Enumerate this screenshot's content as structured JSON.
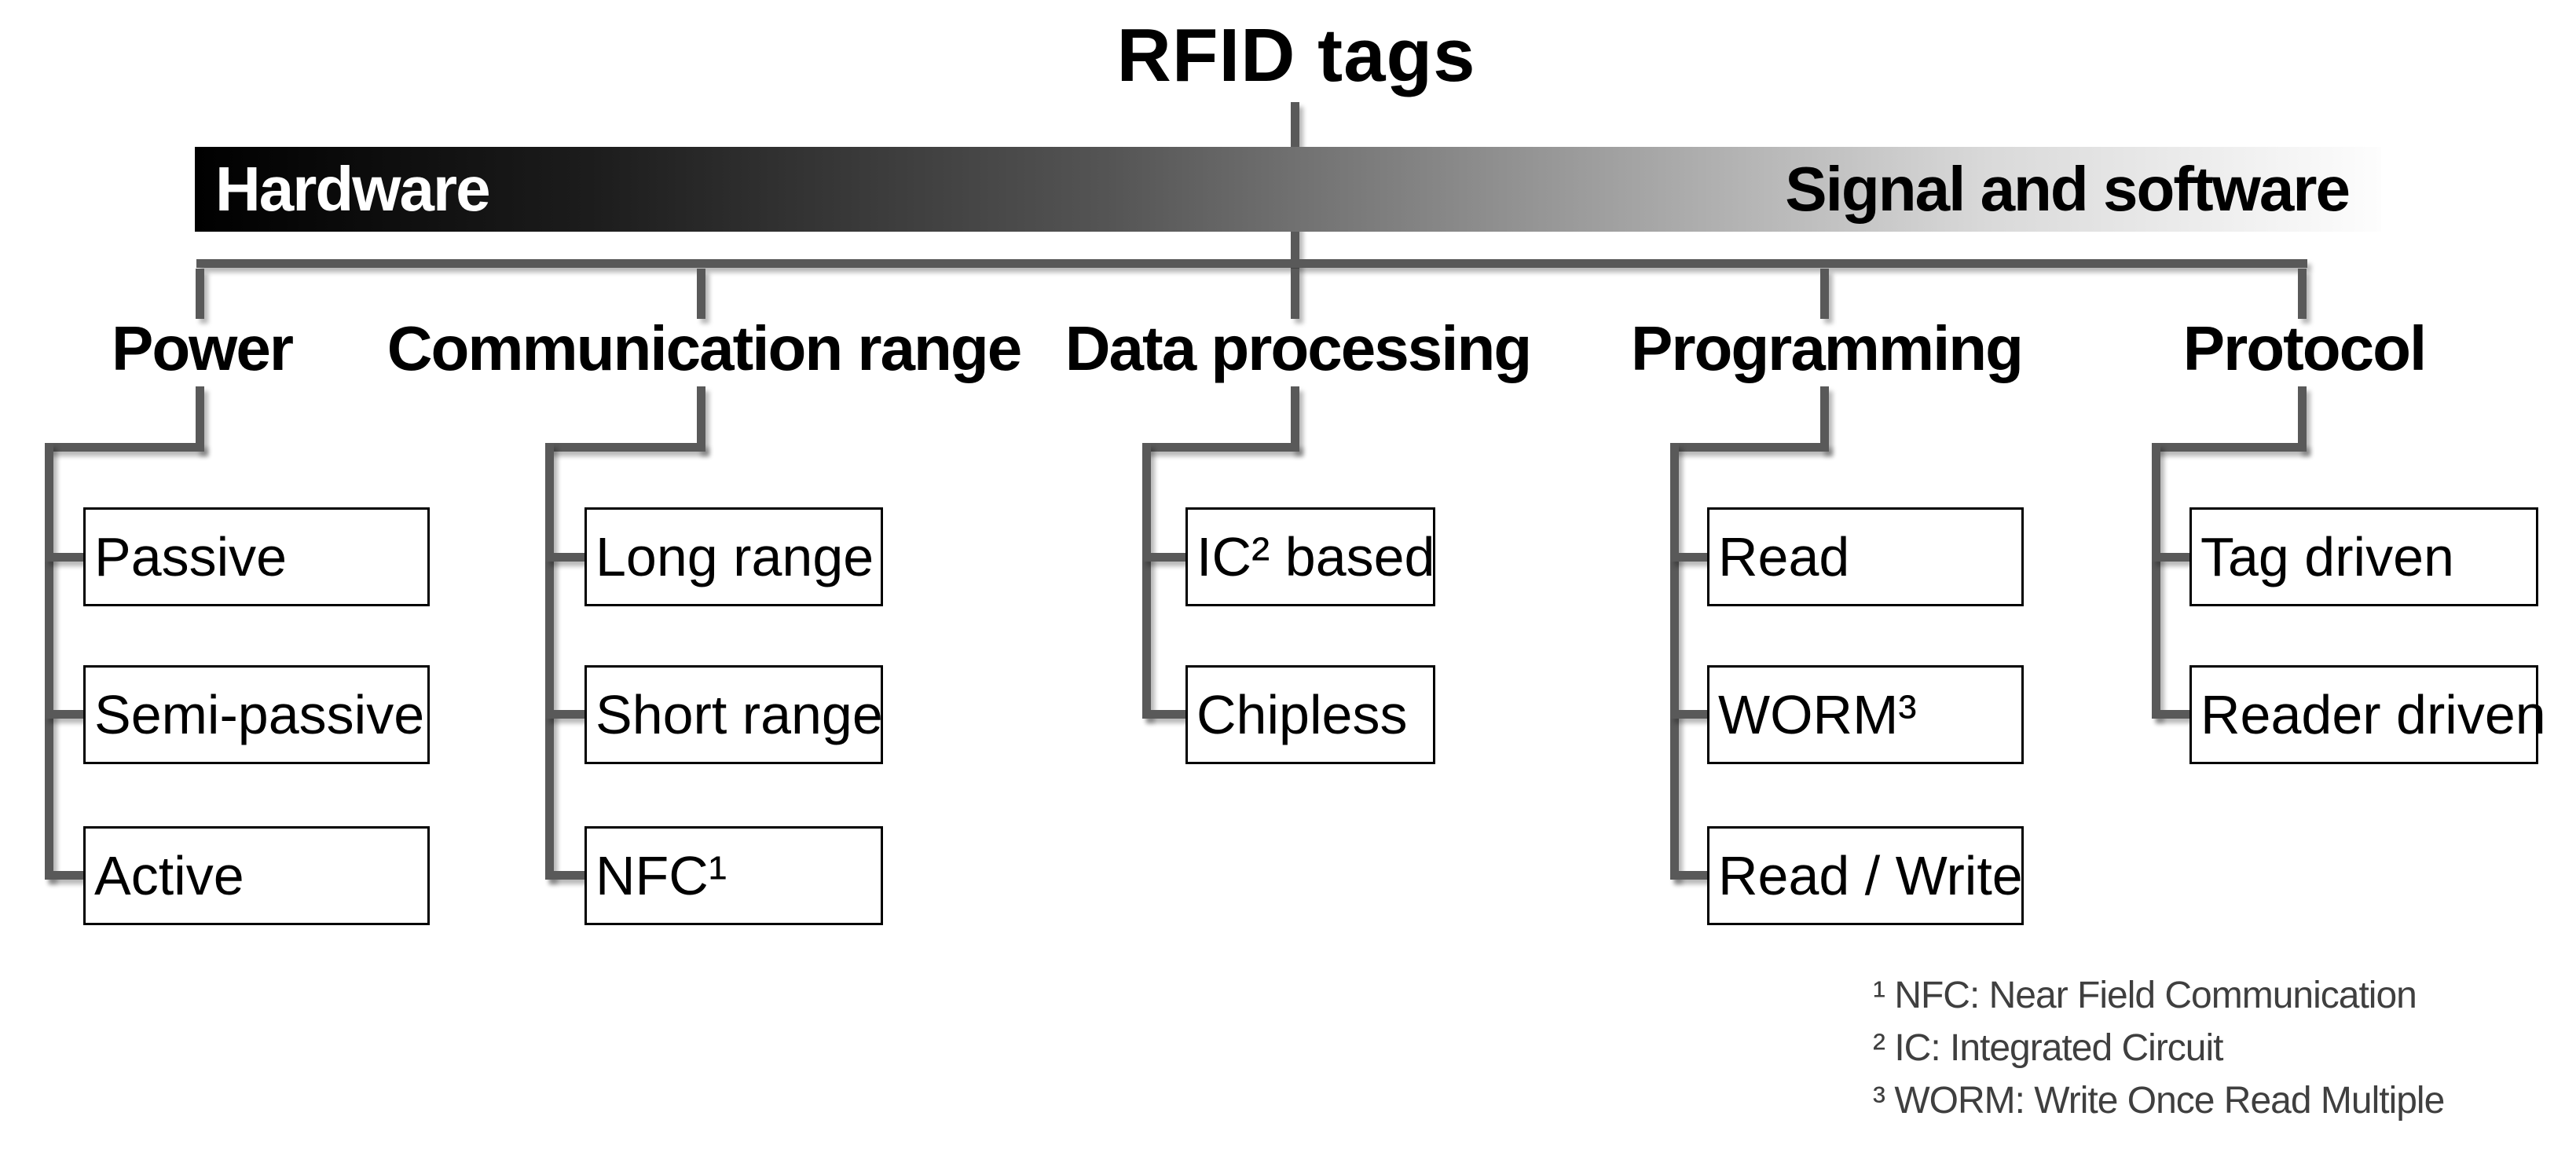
{
  "title": "RFID tags",
  "banner": {
    "left_label": "Hardware",
    "right_label": "Signal and software"
  },
  "columns": [
    {
      "label": "Power",
      "children": [
        "Passive",
        "Semi-passive",
        "Active"
      ]
    },
    {
      "label": "Communication range",
      "children": [
        "Long range",
        "Short range",
        "NFC¹"
      ]
    },
    {
      "label": "Data processing",
      "children": [
        "IC² based",
        "Chipless"
      ]
    },
    {
      "label": "Programming",
      "children": [
        "Read",
        "WORM³",
        "Read / Write"
      ]
    },
    {
      "label": "Protocol",
      "children": [
        "Tag driven",
        "Reader driven"
      ]
    }
  ],
  "footnotes": [
    "¹ NFC: Near Field Communication",
    "² IC: Integrated Circuit",
    "³ WORM: Write Once Read Multiple"
  ],
  "colors": {
    "connector": "#595959",
    "box_border": "#000000",
    "text": "#000000",
    "banner_text_left": "#ffffff",
    "banner_text_right": "#000000",
    "banner_gradient_start": "#000000",
    "banner_gradient_end": "#fdfdfd",
    "footnote_text": "#3f3f3f",
    "background": "#ffffff"
  }
}
